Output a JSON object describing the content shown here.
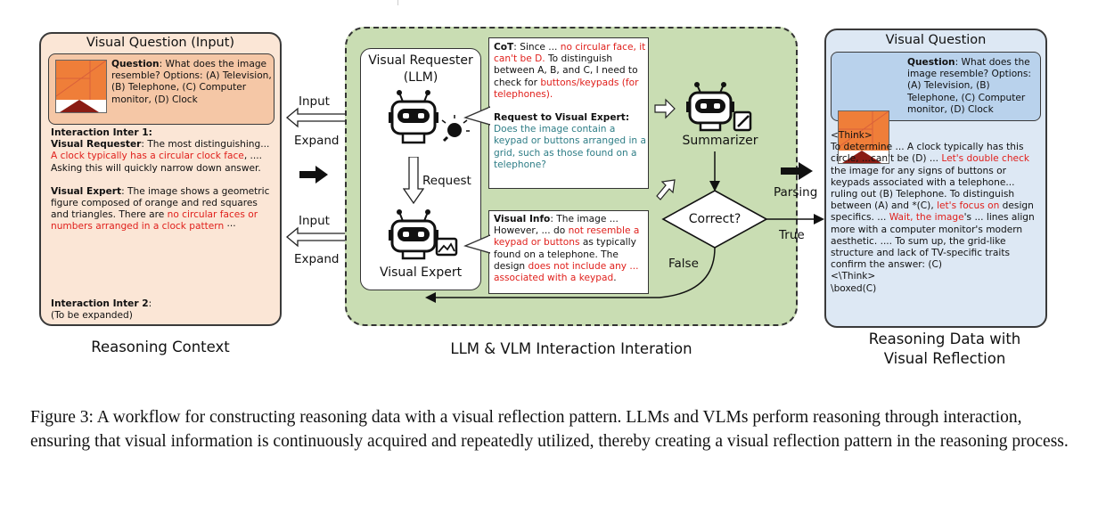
{
  "left_panel": {
    "title": "Visual Question (Input)",
    "question_label": "Question",
    "question_text": ": What does the image resemble? Options: (A) Television, (B) Telephone, (C) Computer monitor, (D) Clock",
    "inter1": "Interaction Inter 1:",
    "requester_label": "Visual Requester",
    "requester_text": ": The most distinguishing...",
    "requester_red": "A clock typically has a circular clock face",
    "requester_tail": ", .... Asking this will quickly narrow down answer.",
    "expert_label": "Visual Expert",
    "expert_text": ": The image shows a geometric figure composed of orange and red squares and triangles. There are ",
    "expert_red": "no circular faces or numbers arranged in a clock pattern",
    "expert_tail": " ···",
    "inter2": "Interaction Inter 2",
    "inter2_colon": ":",
    "inter2_text": "(To be expanded)",
    "caption": "Reasoning Context"
  },
  "arrows": {
    "input_top": "Input",
    "expand_top": "Expand",
    "input_bottom": "Input",
    "expand_bottom": "Expand",
    "request": "Request",
    "parsing": "Parsing",
    "true_label": "True",
    "false_label": "False"
  },
  "middle_panel": {
    "requester_title": "Visual Requester",
    "requester_sub": "(LLM)",
    "expert_title": "Visual Expert",
    "summarizer": "Summarizer",
    "decision": "Correct?",
    "cot_label": "CoT",
    "cot_1": ": Since ... ",
    "cot_red1": "no circular face, it can't be D.",
    "cot_2": " To distinguish between A, B, and C, I need to check for ",
    "cot_red2": "buttons/keypads (for telephones).",
    "request_label": "Request to Visual Expert:",
    "request_text": "Does the image contain a keypad or buttons arranged in a grid, such as those found on a telephone?",
    "info_label": "Visual Info",
    "info_1": ": The image ... However, ... do ",
    "info_red1": "not resemble a keypad or buttons",
    "info_2": " as typically found on a telephone. The design ",
    "info_red2": "does not include any ... associated with a keypad",
    "info_3": ".",
    "caption": "LLM & VLM Interaction Interation"
  },
  "right_panel": {
    "title": "Visual Question",
    "question_label": "Question",
    "question_text": ": What does the image resemble? Options: (A) Television, (B) Telephone, (C) Computer monitor, (D) Clock",
    "think_open": "<Think>",
    "t1": "To determine ... A clock typically has this circle, ...can't be (D) ... ",
    "t_red1": "Let's double check",
    "t2": " the image for any signs of buttons or keypads associated with a telephone... ruling out (B) Telephone. To distinguish between (A) and *(C), ",
    "t_red2": "let's focus on",
    "t3": " design specifics. ... ",
    "t_red3": "Wait, the image",
    "t4": "'s ... lines align more with a computer monitor's modern aesthetic. .... To sum up, the grid-like structure and lack of TV-specific traits confirm the answer: (C)",
    "think_close": "<\\Think>",
    "boxed": "\\boxed(C)",
    "caption_line1": "Reasoning Data with",
    "caption_line2": "Visual Reflection"
  },
  "figure_caption": "Figure 3: A workflow for constructing reasoning data with a visual reflection pattern. LLMs and VLMs perform reasoning through interaction, ensuring that visual information is continuously acquired and repeatedly utilized, thereby creating a visual reflection pattern in the reasoning process.",
  "colors": {
    "left_bg": "#fbe6d6",
    "mid_bg": "#c9ddb3",
    "right_bg": "#dde8f4",
    "red": "#e0201c",
    "teal": "#2e7d86",
    "thumb_orange": "#ef7e39",
    "thumb_dark": "#8a1c14"
  }
}
